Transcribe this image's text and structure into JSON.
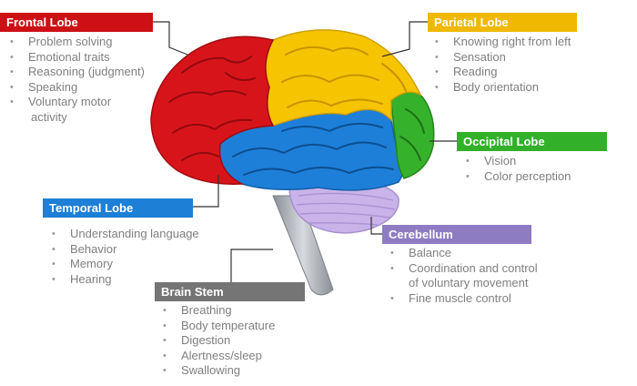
{
  "colors": {
    "frontal": "#cc1016",
    "parietal": "#f0b800",
    "occipital": "#32b02a",
    "temporal": "#1d7fd6",
    "cerebellum": "#8e7cc3",
    "brain_stem": "#757575",
    "bullet_text": "#7f7f7f"
  },
  "lobes": {
    "frontal": {
      "title": "Frontal Lobe",
      "functions": [
        "Problem solving",
        "Emotional traits",
        "Reasoning (judgment)",
        "Speaking"
      ],
      "voluntary_line1": "Voluntary motor",
      "voluntary_line2": "activity"
    },
    "parietal": {
      "title": "Parietal Lobe",
      "functions": [
        "Knowing right from left",
        "Sensation",
        "Reading",
        "Body orientation"
      ]
    },
    "occipital": {
      "title": "Occipital Lobe",
      "functions": [
        "Vision",
        "Color perception"
      ]
    },
    "temporal": {
      "title": "Temporal Lobe",
      "functions": [
        "Understanding language",
        "Behavior",
        "Memory",
        "Hearing"
      ]
    },
    "cerebellum": {
      "title": "Cerebellum",
      "functions": [
        "Balance"
      ],
      "coordination_line1": "Coordination and control",
      "coordination_line2": "of voluntary movement",
      "last": "Fine muscle control"
    },
    "brain_stem": {
      "title": "Brain Stem",
      "functions": [
        "Breathing",
        "Body temperature",
        "Digestion",
        "Alertness/sleep",
        "Swallowing"
      ]
    }
  }
}
